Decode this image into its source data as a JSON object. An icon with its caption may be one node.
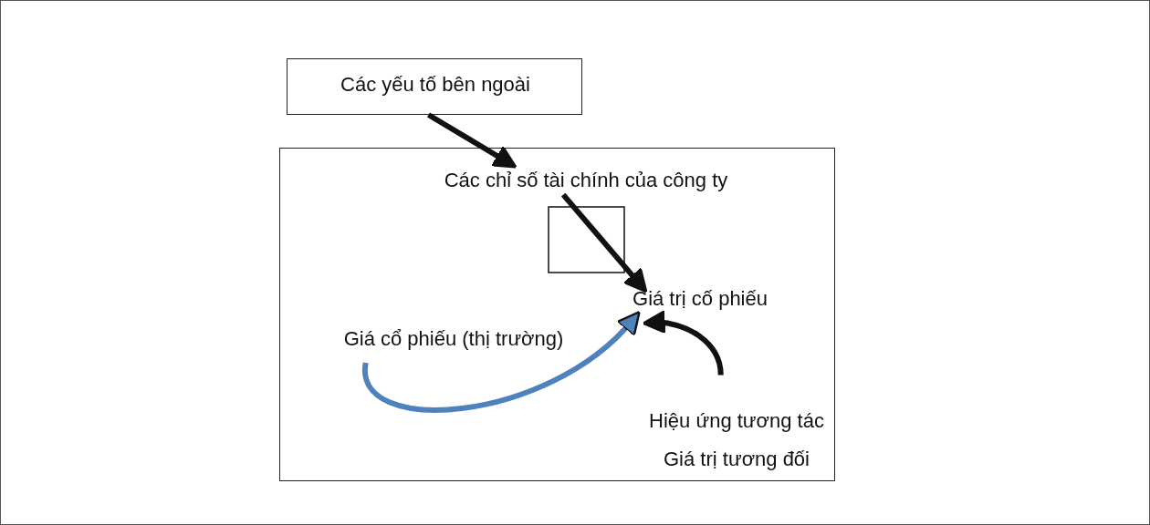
{
  "diagram": {
    "nodes": [
      {
        "text": [
          "Các yếu tố bên ngoài"
        ]
      },
      {
        "text": [],
        "shape": "box"
      },
      {
        "text": [
          "Các chỉ số tài chính của công ty"
        ],
        "in": 1
      },
      {
        "text": [
          "Giá trị cố phiếu"
        ],
        "in": 1
      },
      {
        "text": [
          "Giá cổ phiếu (thị trường)"
        ],
        "in": 1
      },
      {
        "text": [
          "Hiệu ứng tương tác",
          "Giá trị tương đối"
        ],
        "in": 1
      }
    ],
    "edges": [
      {
        "from": 0,
        "to": 2,
        "arrow": "to"
      },
      {
        "from": 2,
        "to": 3,
        "arrow": "to"
      },
      {
        "from": 4,
        "to": 3,
        "arrow": "to",
        "color": "#4f81bd"
      },
      {
        "from": 5,
        "to": 3,
        "arrow": "to"
      }
    ]
  }
}
